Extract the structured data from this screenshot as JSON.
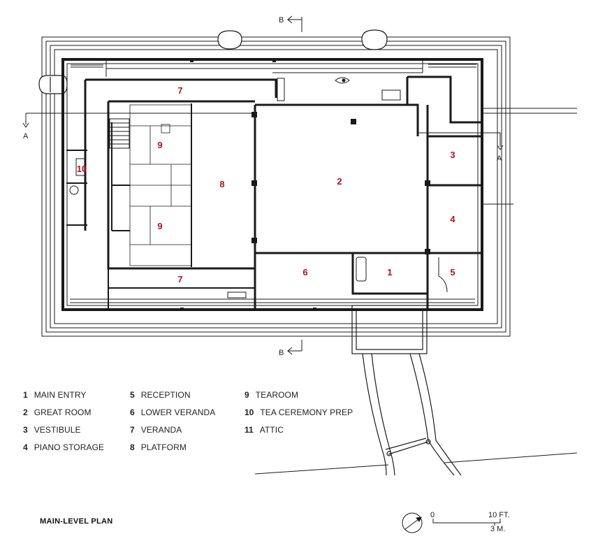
{
  "rooms": [
    {
      "id": "great-room",
      "num": "2"
    },
    {
      "id": "vestibule",
      "num": "3"
    },
    {
      "id": "piano-storage",
      "num": "4"
    },
    {
      "id": "reception",
      "num": "5"
    },
    {
      "id": "main-entry",
      "num": "1"
    },
    {
      "id": "lower-veranda",
      "num": "6"
    },
    {
      "id": "veranda-top",
      "num": "7"
    },
    {
      "id": "veranda-bottom",
      "num": "7"
    },
    {
      "id": "platform",
      "num": "8"
    },
    {
      "id": "tearoom-upper",
      "num": "9"
    },
    {
      "id": "tearoom-lower",
      "num": "9"
    },
    {
      "id": "tea-ceremony-prep",
      "num": "10"
    }
  ],
  "section_marks": {
    "b_top": "B",
    "b_bottom": "B",
    "a_left": "A",
    "a_right": "A"
  },
  "legend": [
    [
      {
        "num": "1",
        "label": "MAIN ENTRY"
      },
      {
        "num": "2",
        "label": "GREAT ROOM"
      },
      {
        "num": "3",
        "label": "VESTIBULE"
      },
      {
        "num": "4",
        "label": "PIANO STORAGE"
      }
    ],
    [
      {
        "num": "5",
        "label": "RECEPTION"
      },
      {
        "num": "6",
        "label": "LOWER VERANDA"
      },
      {
        "num": "7",
        "label": "VERANDA"
      },
      {
        "num": "8",
        "label": "PLATFORM"
      }
    ],
    [
      {
        "num": "9",
        "label": "TEAROOM"
      },
      {
        "num": "10",
        "label": "TEA CEREMONY PREP"
      },
      {
        "num": "11",
        "label": "ATTIC"
      }
    ]
  ],
  "title": "MAIN-LEVEL PLAN",
  "scale": {
    "zero": "0",
    "feet": "10 FT.",
    "meters": "3 M."
  },
  "colors": {
    "room_number": "#b5121b",
    "lines": "#1a1a1a"
  },
  "icons": {
    "north_arrow": "north-arrow-icon"
  }
}
